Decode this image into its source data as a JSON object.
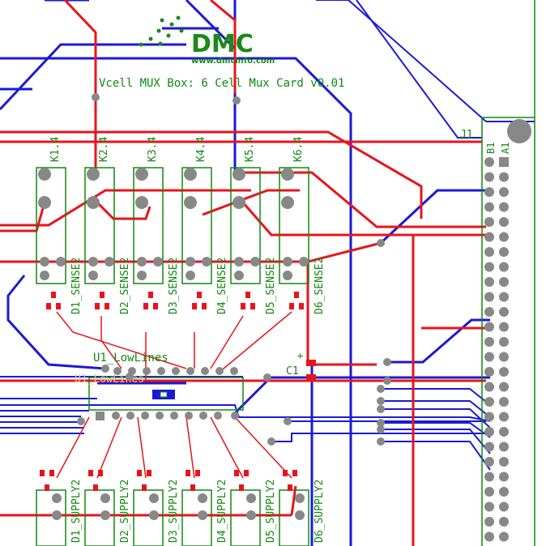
{
  "title": "Vcell MUX Box: 6 Cell Mux Card v0.01",
  "logo": {
    "name": "DMC",
    "url": "www.dmcinfo.com"
  },
  "connector": {
    "ref": "J1",
    "pin_b": "B1",
    "pin_a": "A1"
  },
  "relays": [
    "K1.4",
    "K2.4",
    "K3.4",
    "K4.4",
    "K5.4",
    "K6.4"
  ],
  "sense_diodes": [
    "D1_SENSE2",
    "D2_SENSE2",
    "D3_SENSE2",
    "D4_SENSE2",
    "D5_SENSE2",
    "D6_SENSE2"
  ],
  "supply_diodes": [
    "D1_SUPPLY2",
    "D2_SUPPLY2",
    "D3_SUPPLY2",
    "D4_SUPPLY2",
    "D5_SUPPLY2",
    "D6_SUPPLY2"
  ],
  "ic": {
    "ref": "U1_LowLines",
    "ghost": "U1_LowLines"
  },
  "capacitor": {
    "ref": "C1",
    "polarity": "+"
  },
  "colors": {
    "top_copper": "#e8141c",
    "bottom_copper": "#1a1ad6",
    "silkscreen": "#118811",
    "pad": "#888888",
    "smd_pad": "#e8141c"
  }
}
